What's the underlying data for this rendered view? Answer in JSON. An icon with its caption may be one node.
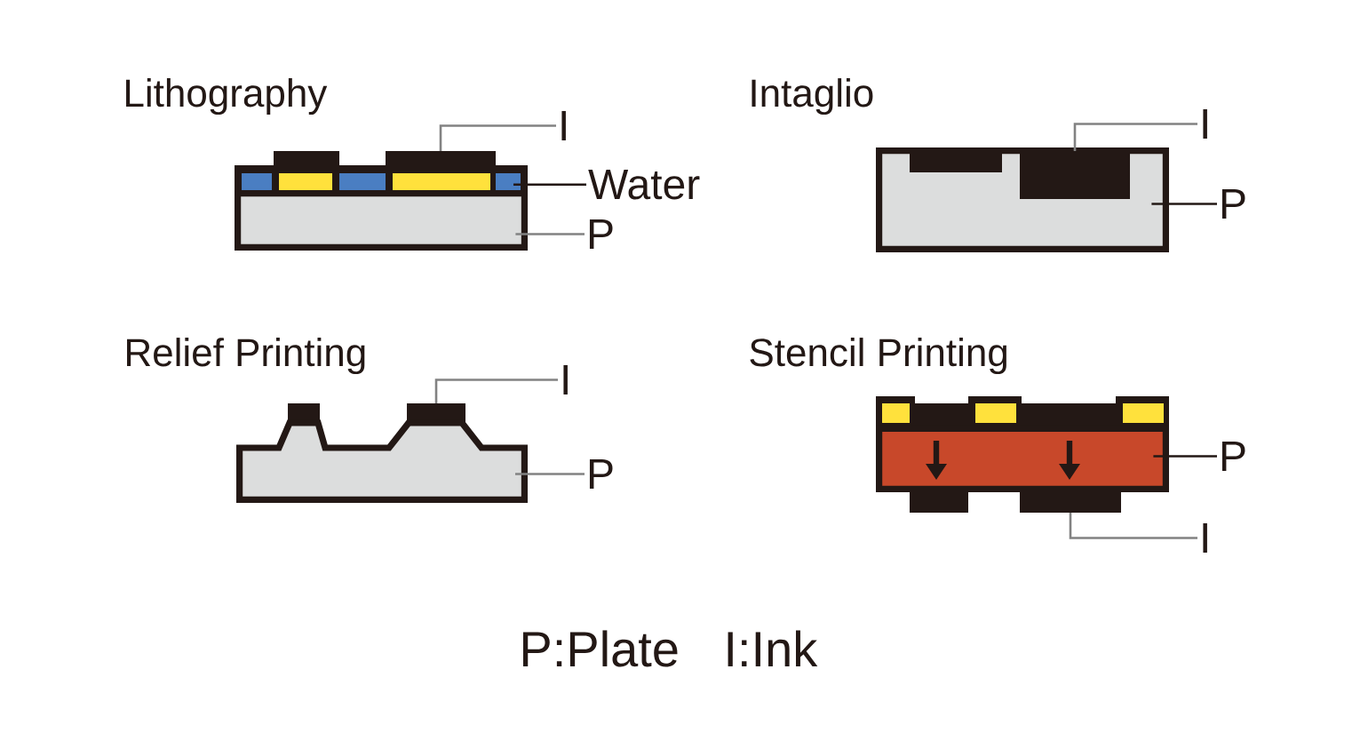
{
  "diagram": {
    "nodes": [
      {
        "text": [
          "I"
        ]
      },
      {
        "text": [],
        "shape": "bar"
      },
      {
        "text": [],
        "shape": "bar"
      },
      {
        "text": [
          "Water"
        ]
      },
      {
        "text": [],
        "shape": "bar"
      },
      {
        "text": [
          "P"
        ]
      },
      {
        "text": [],
        "shape": "box"
      },
      {
        "text": [
          "I"
        ]
      },
      {
        "text": [],
        "shape": "box"
      },
      {
        "text": [],
        "shape": "bar",
        "in": 8
      },
      {
        "text": [],
        "shape": "bar",
        "in": 8
      },
      {
        "text": [
          "P"
        ]
      },
      {
        "text": [
          "I"
        ]
      },
      {
        "text": [],
        "shape": "bar"
      },
      {
        "text": [],
        "shape": "bar"
      },
      {
        "text": [
          "P"
        ]
      },
      {
        "text": [],
        "shape": "box"
      },
      {
        "text": [
          "P"
        ]
      },
      {
        "text": [],
        "shape": "box"
      },
      {
        "text": [],
        "shape": "bar"
      },
      {
        "text": [],
        "shape": "bar"
      },
      {
        "text": [
          "I"
        ]
      }
    ],
    "edges": [
      {
        "from": 0,
        "to": 2,
        "arrow": "none"
      },
      {
        "from": 3,
        "to": 4,
        "arrow": "none",
        "color": "#231815"
      },
      {
        "from": 5,
        "to": 6,
        "arrow": "none"
      },
      {
        "from": 7,
        "to": 10,
        "arrow": "none"
      },
      {
        "from": 11,
        "to": 8,
        "arrow": "none",
        "color": "#231815"
      },
      {
        "from": 12,
        "to": 14,
        "arrow": "none"
      },
      {
        "from": 15,
        "to": 16,
        "arrow": "none"
      },
      {
        "from": 17,
        "to": 18,
        "arrow": "none",
        "color": "#231815"
      },
      {
        "from": 21,
        "to": 20,
        "arrow": "none"
      }
    ],
    "labels": [
      "Lithography",
      "Intaglio",
      "Relief Printing",
      "Stencil Printing",
      "P:Plate",
      "I:Ink"
    ]
  }
}
